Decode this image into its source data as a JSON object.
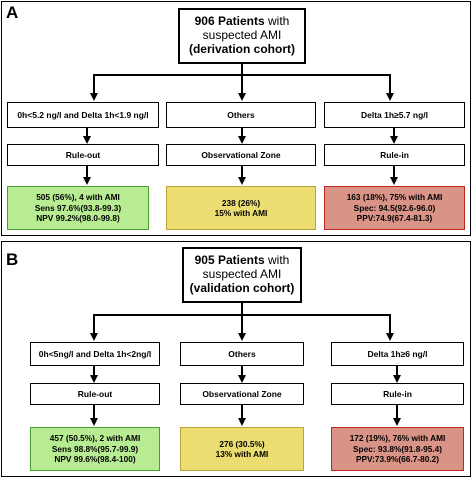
{
  "panels": [
    {
      "letter": "A",
      "top": {
        "line1_bold": "906 Patients",
        "line1_rest": " with",
        "line2": "suspected AMI",
        "line3": "(derivation cohort)"
      },
      "criteria": [
        "0h<5.2 ng/l and Delta 1h<1.9 ng/l",
        "Others",
        "Delta 1h≥5.7 ng/l"
      ],
      "zones": [
        "Rule-out",
        "Observational Zone",
        "Rule-in"
      ],
      "results": [
        [
          "505 (56%), 4 with AMI",
          "Sens 97.6%(93.8-99.3)",
          "NPV 99.2%(98.0-99.8)"
        ],
        [
          "238 (26%)",
          "15% with AMI"
        ],
        [
          "163 (18%), 75% with AMI",
          "Spec: 94.5(92.6-96.0)",
          "PPV:74.9(67.4-81.3)"
        ]
      ]
    },
    {
      "letter": "B",
      "top": {
        "line1_bold": "905 Patients",
        "line1_rest": " with",
        "line2": "suspected AMI",
        "line3": "(validation cohort)"
      },
      "criteria": [
        "0h<5ng/l and Delta 1h<2ng/l",
        "Others",
        "Delta 1h≥6 ng/l"
      ],
      "zones": [
        "Rule-out",
        "Observational Zone",
        "Rule-in"
      ],
      "results": [
        [
          "457 (50.5%), 2 with AMI",
          "Sens 98.8%(95.7-99.9)",
          "NPV 99.6%(98.4-100)"
        ],
        [
          "276 (30.5%)",
          "13% with AMI"
        ],
        [
          "172 (19%), 76% with AMI",
          "Spec: 93.8%(91.8-95.4)",
          "PPV:73.9%(66.7-80.2)"
        ]
      ]
    }
  ]
}
